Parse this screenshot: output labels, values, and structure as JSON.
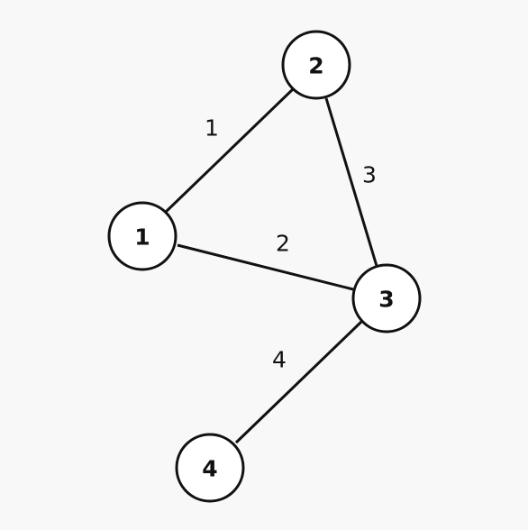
{
  "graph": {
    "nodes": [
      {
        "id": "1",
        "label": "1"
      },
      {
        "id": "2",
        "label": "2"
      },
      {
        "id": "3",
        "label": "3"
      },
      {
        "id": "4",
        "label": "4"
      }
    ],
    "edges": [
      {
        "source": "1",
        "target": "2",
        "weight": "1"
      },
      {
        "source": "1",
        "target": "3",
        "weight": "2"
      },
      {
        "source": "2",
        "target": "3",
        "weight": "3"
      },
      {
        "source": "3",
        "target": "4",
        "weight": "4"
      }
    ]
  },
  "colors": {
    "background": "#f8f8f8",
    "stroke": "#111111",
    "node_fill": "#ffffff"
  }
}
